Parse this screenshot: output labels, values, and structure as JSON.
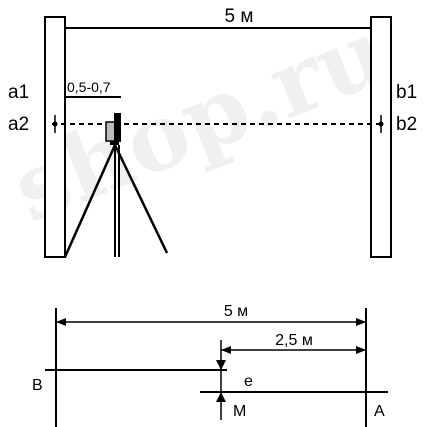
{
  "watermark": "shop.ru",
  "top_diagram": {
    "distance_label": "5 м",
    "level_offset_label": "0,5-0,7",
    "left_rod_labels": [
      "a1",
      "a2"
    ],
    "right_rod_labels": [
      "b1",
      "b2"
    ]
  },
  "bottom_diagram": {
    "total_distance_label": "5 м",
    "half_distance_label": "2,5 м",
    "point_b_label": "В",
    "point_a_label": "А",
    "point_m_label": "М",
    "error_label": "е"
  }
}
